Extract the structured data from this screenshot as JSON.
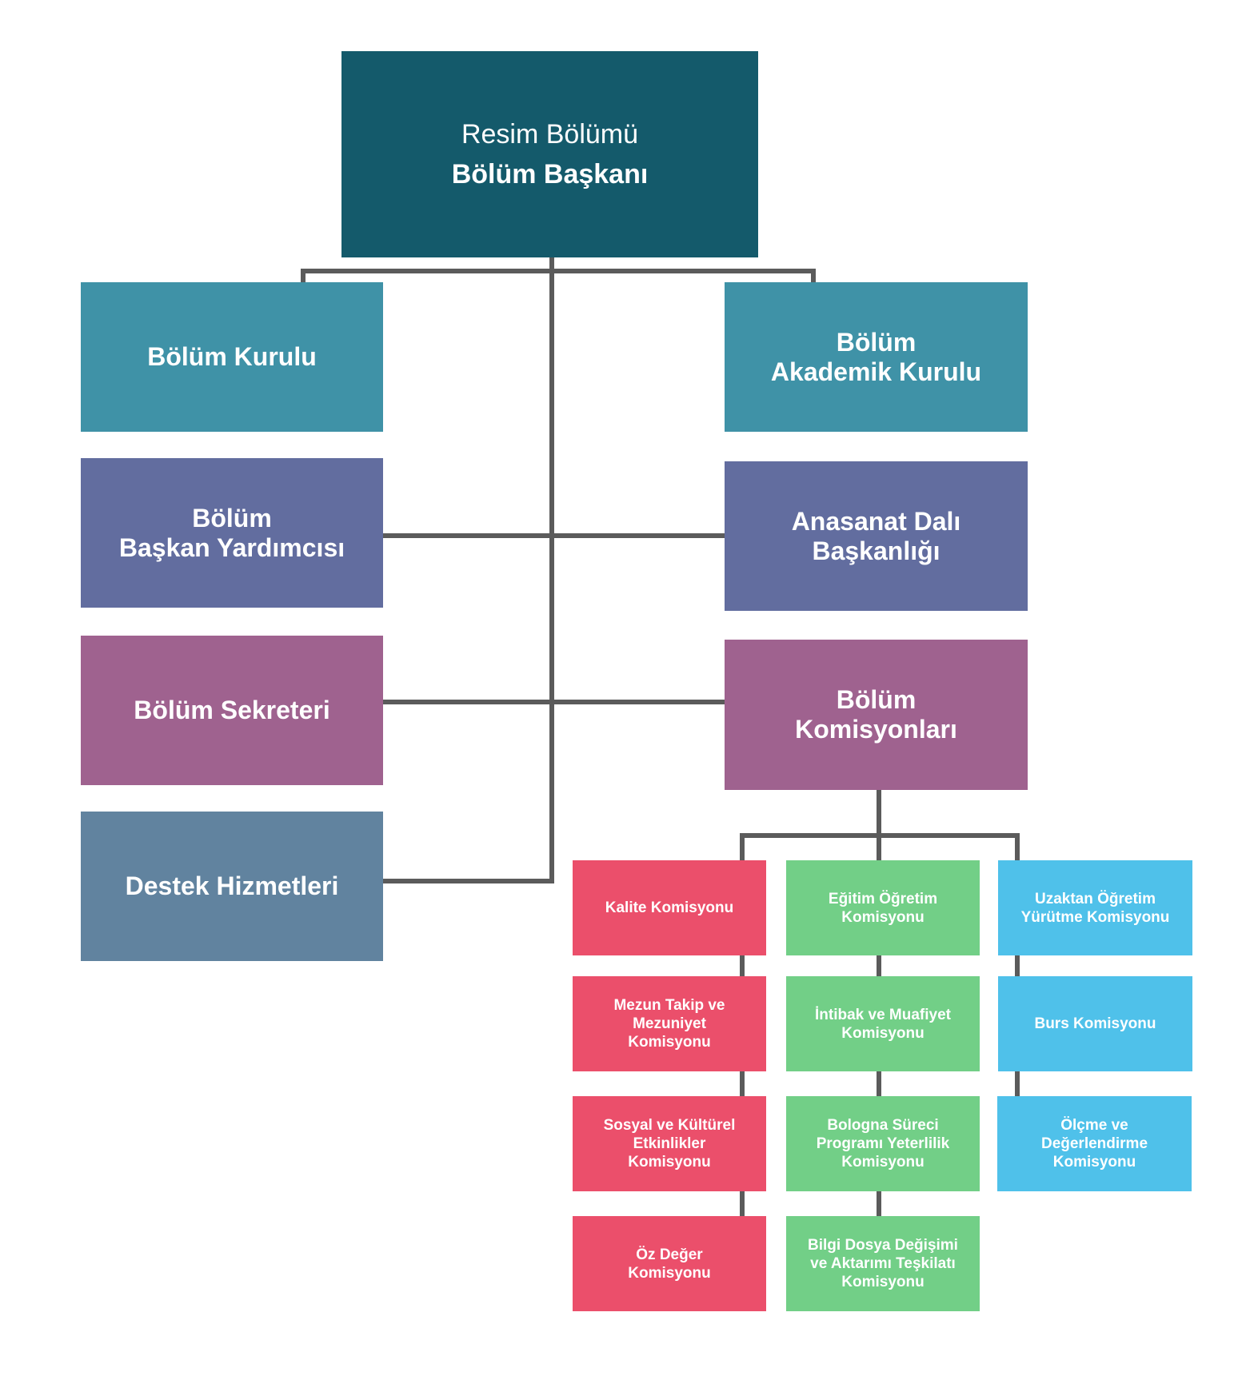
{
  "colors": {
    "head": "#145a6b",
    "council": "#3f92a7",
    "deputy": "#626d9f",
    "secretary": "#9f628f",
    "support": "#61839f",
    "red_column": "#eb4f6b",
    "green_column": "#72cf87",
    "blue_column": "#4fc1ea",
    "connector": "#5b5b5b"
  },
  "head": {
    "line1": "Resim Bölümü",
    "line2": "Bölüm Başkanı"
  },
  "left": {
    "kurul": [
      "Bölüm Kurulu"
    ],
    "yardimci": [
      "Bölüm",
      "Başkan Yardımcısı"
    ],
    "sekreter": [
      "Bölüm Sekreteri"
    ],
    "destek": [
      "Destek Hizmetleri"
    ]
  },
  "right": {
    "akademik": [
      "Bölüm",
      "Akademik Kurulu"
    ],
    "anasanat": [
      "Anasanat Dalı",
      "Başkanlığı"
    ],
    "komisyonlar": [
      "Bölüm",
      "Komisyonları"
    ]
  },
  "commissions": {
    "red": [
      [
        "Kalite Komisyonu"
      ],
      [
        "Mezun Takip ve",
        "Mezuniyet",
        "Komisyonu"
      ],
      [
        "Sosyal ve Kültürel",
        "Etkinlikler",
        "Komisyonu"
      ],
      [
        "Öz Değer",
        "Komisyonu"
      ]
    ],
    "green": [
      [
        "Eğitim Öğretim",
        "Komisyonu"
      ],
      [
        "İntibak ve Muafiyet",
        "Komisyonu"
      ],
      [
        "Bologna Süreci",
        "Programı Yeterlilik",
        "Komisyonu"
      ],
      [
        "Bilgi Dosya Değişimi",
        "ve Aktarımı Teşkilatı",
        "Komisyonu"
      ]
    ],
    "blue": [
      [
        "Uzaktan Öğretim",
        "Yürütme Komisyonu"
      ],
      [
        "Burs Komisyonu"
      ],
      [
        "Ölçme ve",
        "Değerlendirme",
        "Komisyonu"
      ]
    ]
  }
}
